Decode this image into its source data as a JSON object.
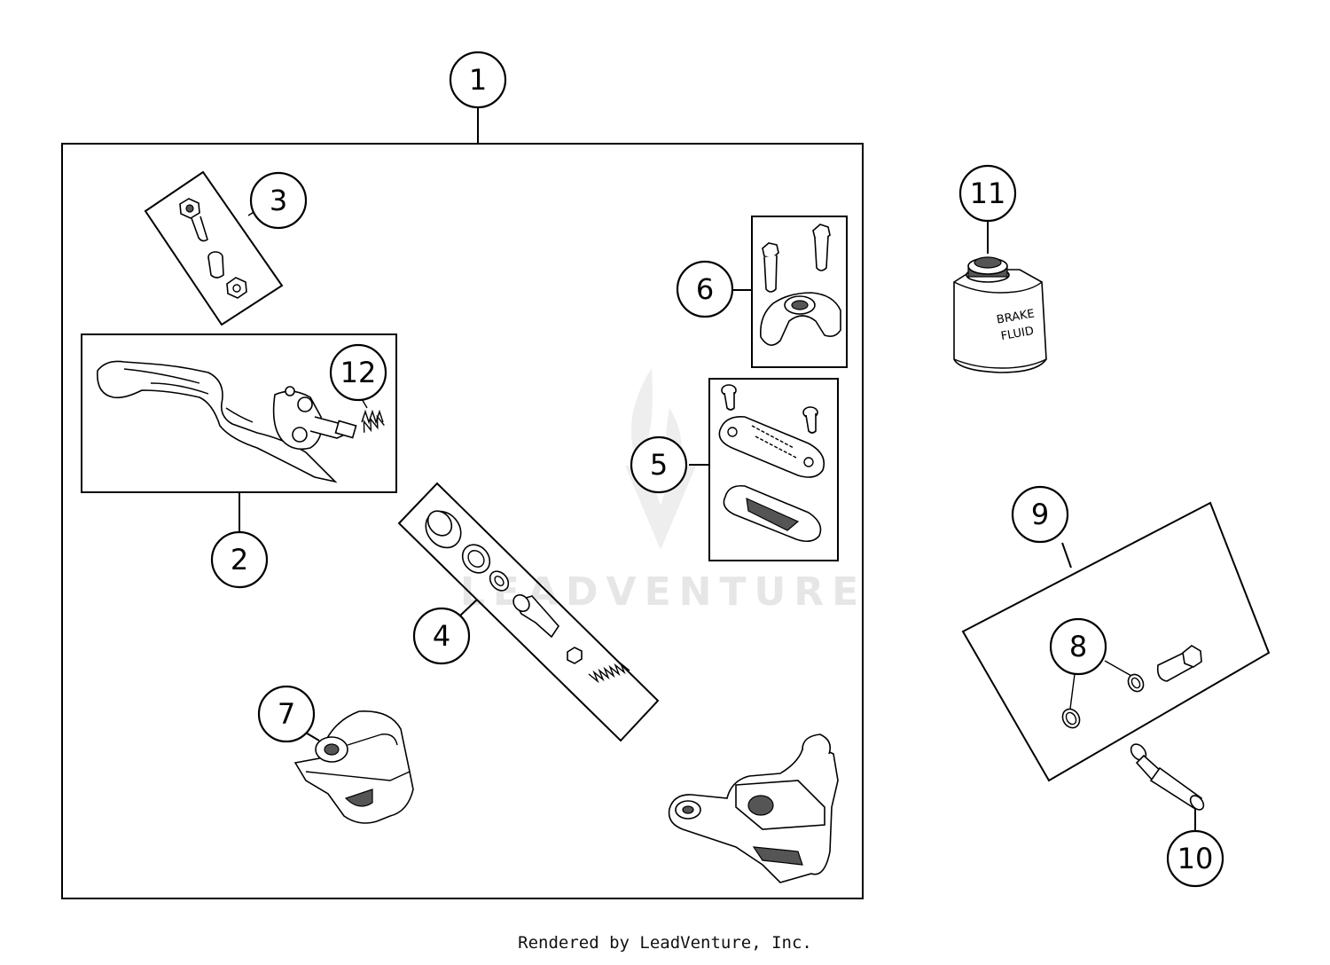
{
  "callouts": [
    {
      "id": "1",
      "label": "1"
    },
    {
      "id": "2",
      "label": "2"
    },
    {
      "id": "3",
      "label": "3"
    },
    {
      "id": "4",
      "label": "4"
    },
    {
      "id": "5",
      "label": "5"
    },
    {
      "id": "6",
      "label": "6"
    },
    {
      "id": "7",
      "label": "7"
    },
    {
      "id": "8",
      "label": "8"
    },
    {
      "id": "9",
      "label": "9"
    },
    {
      "id": "10",
      "label": "10"
    },
    {
      "id": "11",
      "label": "11"
    },
    {
      "id": "12",
      "label": "12"
    }
  ],
  "can_label": {
    "line1": "BRAKE",
    "line2": "FLUID"
  },
  "watermark": "LEADVENTURE",
  "footer": "Rendered by LeadVenture, Inc."
}
